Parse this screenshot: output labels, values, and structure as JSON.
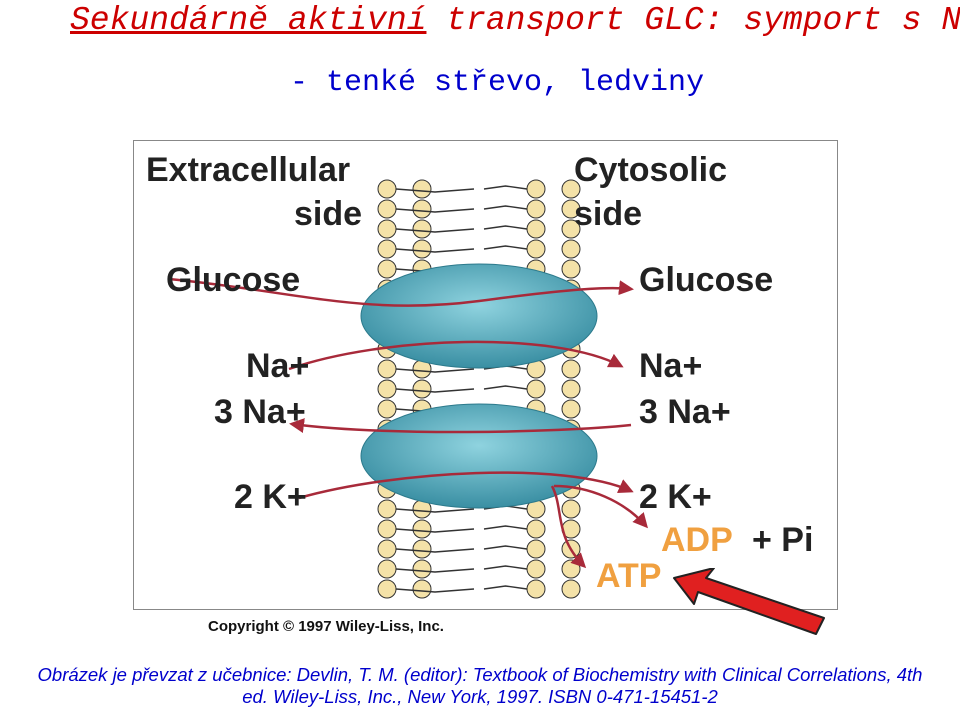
{
  "title": {
    "part1": "Sekundárně aktivní",
    "part2": " transport GLC: symport s Na",
    "sup": "+"
  },
  "subtitle": "- tenké střevo, ledviny",
  "figure": {
    "extracellular": [
      "Extracellular",
      "side"
    ],
    "cytosolic": [
      "Cytosolic",
      "side"
    ],
    "left_labels": [
      "Glucose",
      "Na+",
      "3 Na+",
      "2 K+"
    ],
    "right_labels": [
      "Glucose",
      "Na+",
      "3 Na+",
      "2 K+"
    ],
    "adp": "ADP",
    "pi": "+ Pi",
    "atp": "ATP",
    "colors": {
      "protein": "#4aa6b8",
      "arrow": "#a82a3a",
      "adp_atp": "#f0a040",
      "pointer": "#e02020"
    }
  },
  "copyright": "Copyright © 1997 Wiley-Liss, Inc.",
  "caption": [
    "Obrázek je převzat z učebnice: Devlin, T. M. (editor): Textbook of Biochemistry with Clinical Correlations, 4th",
    "ed. Wiley-Liss, Inc., New York, 1997. ISBN 0-471-15451-2"
  ]
}
